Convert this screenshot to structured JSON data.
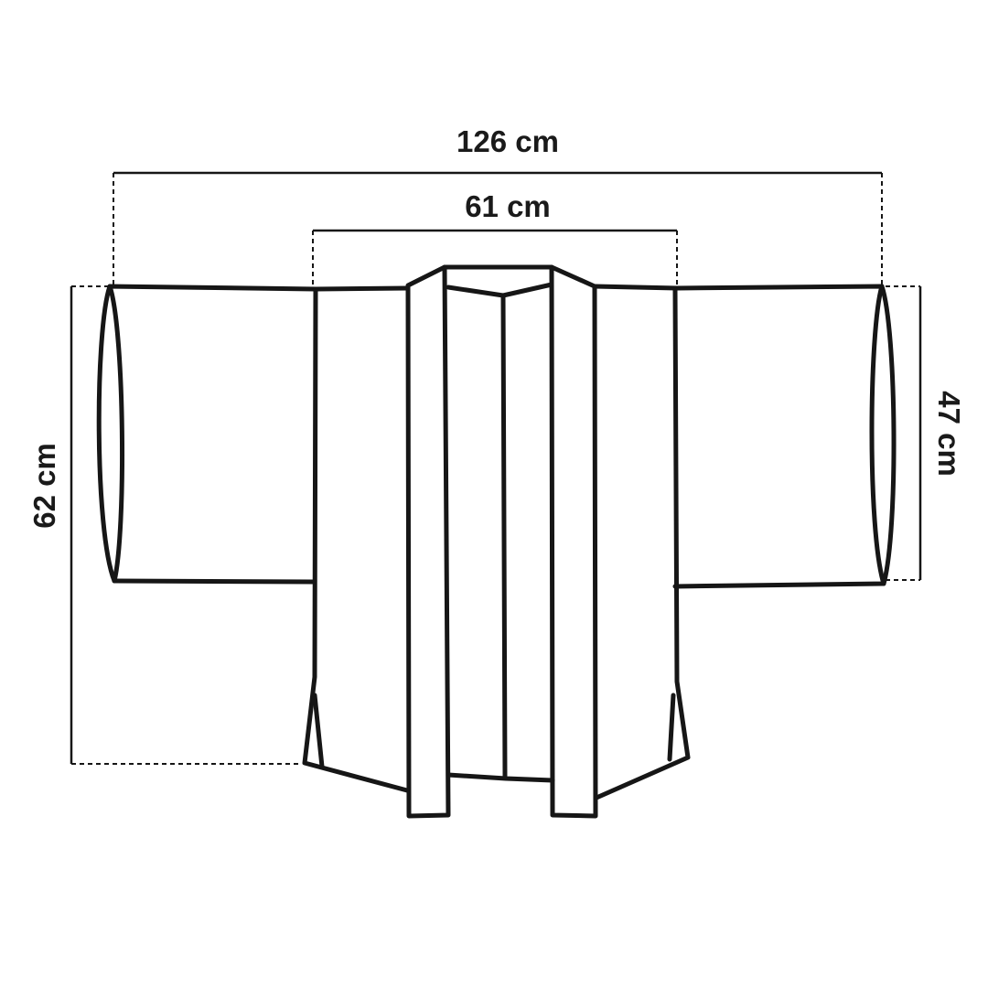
{
  "dimensions": {
    "total_width": "126 cm",
    "body_width": "61 cm",
    "length": "62 cm",
    "sleeve_opening": "47 cm"
  },
  "colors": {
    "line": "#161616",
    "background": "#ffffff"
  }
}
